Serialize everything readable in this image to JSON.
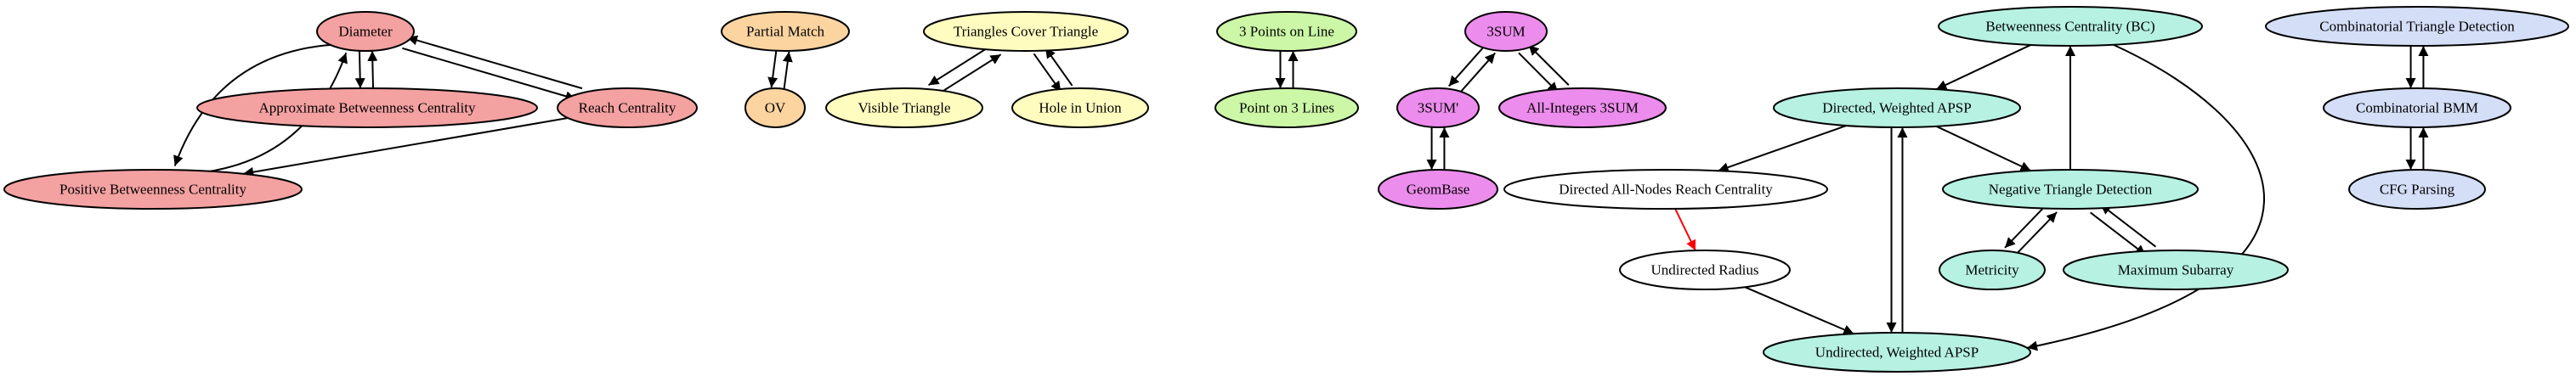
{
  "colors": {
    "red": "#f4a1a1",
    "orange": "#fbd4a0",
    "yellow": "#fffcc0",
    "green": "#ccf7a6",
    "magenta": "#ec8cec",
    "teal": "#b6f1e2",
    "blue": "#d4def7",
    "white": "#ffffff",
    "edge": "#000000",
    "edge_highlight": "#ff0000"
  },
  "nodes": {
    "diameter": {
      "label": "Diameter",
      "color": "red"
    },
    "approx_bc": {
      "label": "Approximate Betweenness Centrality",
      "color": "red"
    },
    "reach_centrality": {
      "label": "Reach Centrality",
      "color": "red"
    },
    "positive_bc": {
      "label": "Positive Betweenness Centrality",
      "color": "red"
    },
    "partial_match": {
      "label": "Partial Match",
      "color": "orange"
    },
    "ov": {
      "label": "OV",
      "color": "orange"
    },
    "triangles_cover": {
      "label": "Triangles Cover Triangle",
      "color": "yellow"
    },
    "visible_triangle": {
      "label": "Visible Triangle",
      "color": "yellow"
    },
    "hole_in_union": {
      "label": "Hole in Union",
      "color": "yellow"
    },
    "three_points_line": {
      "label": "3 Points on Line",
      "color": "green"
    },
    "point_three_lines": {
      "label": "Point on 3 Lines",
      "color": "green"
    },
    "threesum": {
      "label": "3SUM",
      "color": "magenta"
    },
    "threesum_prime": {
      "label": "3SUM'",
      "color": "magenta"
    },
    "all_integers_3sum": {
      "label": "All-Integers 3SUM",
      "color": "magenta"
    },
    "geombase": {
      "label": "GeomBase",
      "color": "magenta"
    },
    "betweenness_bc": {
      "label": "Betweenness Centrality (BC)",
      "color": "teal"
    },
    "directed_apsp": {
      "label": "Directed, Weighted APSP",
      "color": "teal"
    },
    "directed_reach": {
      "label": "Directed All-Nodes Reach Centrality",
      "color": "white"
    },
    "negative_triangle": {
      "label": "Negative Triangle Detection",
      "color": "teal"
    },
    "undirected_radius": {
      "label": "Undirected Radius",
      "color": "white"
    },
    "metricity": {
      "label": "Metricity",
      "color": "teal"
    },
    "maximum_subarray": {
      "label": "Maximum Subarray",
      "color": "teal"
    },
    "undirected_apsp": {
      "label": "Undirected, Weighted APSP",
      "color": "teal"
    },
    "combinatorial_triangle": {
      "label": "Combinatorial Triangle Detection",
      "color": "blue"
    },
    "combinatorial_bmm": {
      "label": "Combinatorial BMM",
      "color": "blue"
    },
    "cfg_parsing": {
      "label": "CFG Parsing",
      "color": "blue"
    }
  },
  "edges": [
    {
      "from": "diameter",
      "to": "approx_bc"
    },
    {
      "from": "approx_bc",
      "to": "diameter"
    },
    {
      "from": "diameter",
      "to": "reach_centrality"
    },
    {
      "from": "reach_centrality",
      "to": "diameter"
    },
    {
      "from": "diameter",
      "to": "positive_bc"
    },
    {
      "from": "positive_bc",
      "to": "diameter"
    },
    {
      "from": "reach_centrality",
      "to": "positive_bc"
    },
    {
      "from": "partial_match",
      "to": "ov"
    },
    {
      "from": "ov",
      "to": "partial_match"
    },
    {
      "from": "triangles_cover",
      "to": "visible_triangle"
    },
    {
      "from": "visible_triangle",
      "to": "triangles_cover"
    },
    {
      "from": "triangles_cover",
      "to": "hole_in_union"
    },
    {
      "from": "hole_in_union",
      "to": "triangles_cover"
    },
    {
      "from": "three_points_line",
      "to": "point_three_lines"
    },
    {
      "from": "point_three_lines",
      "to": "three_points_line"
    },
    {
      "from": "threesum",
      "to": "threesum_prime"
    },
    {
      "from": "threesum_prime",
      "to": "threesum"
    },
    {
      "from": "threesum",
      "to": "all_integers_3sum"
    },
    {
      "from": "all_integers_3sum",
      "to": "threesum"
    },
    {
      "from": "threesum_prime",
      "to": "geombase"
    },
    {
      "from": "geombase",
      "to": "threesum_prime"
    },
    {
      "from": "betweenness_bc",
      "to": "directed_apsp"
    },
    {
      "from": "betweenness_bc",
      "to": "undirected_apsp"
    },
    {
      "from": "negative_triangle",
      "to": "betweenness_bc"
    },
    {
      "from": "directed_apsp",
      "to": "directed_reach"
    },
    {
      "from": "directed_apsp",
      "to": "negative_triangle"
    },
    {
      "from": "directed_apsp",
      "to": "undirected_apsp"
    },
    {
      "from": "undirected_apsp",
      "to": "directed_apsp"
    },
    {
      "from": "directed_reach",
      "to": "undirected_radius",
      "highlight": true
    },
    {
      "from": "undirected_radius",
      "to": "undirected_apsp"
    },
    {
      "from": "negative_triangle",
      "to": "metricity"
    },
    {
      "from": "metricity",
      "to": "negative_triangle"
    },
    {
      "from": "negative_triangle",
      "to": "maximum_subarray"
    },
    {
      "from": "maximum_subarray",
      "to": "negative_triangle"
    },
    {
      "from": "combinatorial_triangle",
      "to": "combinatorial_bmm"
    },
    {
      "from": "combinatorial_bmm",
      "to": "combinatorial_triangle"
    },
    {
      "from": "combinatorial_bmm",
      "to": "cfg_parsing"
    },
    {
      "from": "cfg_parsing",
      "to": "combinatorial_bmm"
    }
  ]
}
